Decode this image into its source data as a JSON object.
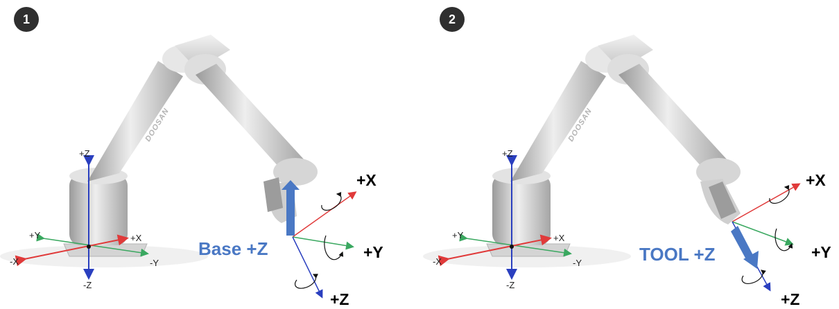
{
  "panels": [
    {
      "badge": "1",
      "brand": "DOOSAN",
      "base_axes": {
        "pz": "+Z",
        "nz": "-Z",
        "py": "+Y",
        "ny": "-Y",
        "px": "+X",
        "nx": "-X"
      },
      "tool_axes": {
        "x": "+X",
        "y": "+Y",
        "z": "+Z"
      },
      "caption": "Base +Z",
      "arrow_color": "#4a78c4"
    },
    {
      "badge": "2",
      "brand": "DOOSAN",
      "base_axes": {
        "pz": "+Z",
        "nz": "-Z",
        "py": "+Y",
        "ny": "-Y",
        "px": "+X",
        "nx": "-X"
      },
      "tool_axes": {
        "x": "+X",
        "y": "+Y",
        "z": "+Z"
      },
      "caption": "TOOL +Z",
      "arrow_color": "#4a78c4"
    }
  ],
  "colors": {
    "x_axis": "#e03a3a",
    "y_axis": "#3aa860",
    "z_axis": "#2a3fbf"
  }
}
